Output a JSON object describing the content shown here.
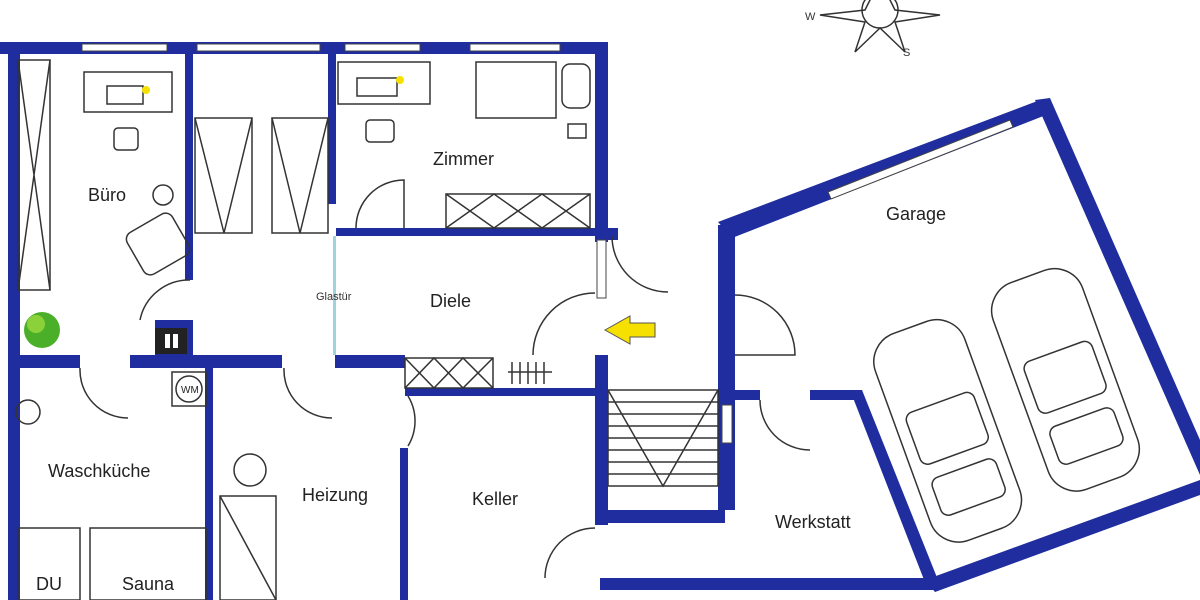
{
  "plan": {
    "rooms": {
      "buero": "Büro",
      "zimmer": "Zimmer",
      "garage": "Garage",
      "diele": "Diele",
      "waschkueche": "Waschküche",
      "heizung": "Heizung",
      "keller": "Keller",
      "werkstatt": "Werkstatt",
      "du": "DU",
      "sauna": "Sauna"
    },
    "glass_door": "Glastür",
    "washing_machine": "WM",
    "compass": {
      "west": "W",
      "south": "S"
    },
    "colors": {
      "wall": "#1f2d9e",
      "entry_arrow": "#f5e000",
      "glass_door": "#9fd3e0"
    }
  }
}
